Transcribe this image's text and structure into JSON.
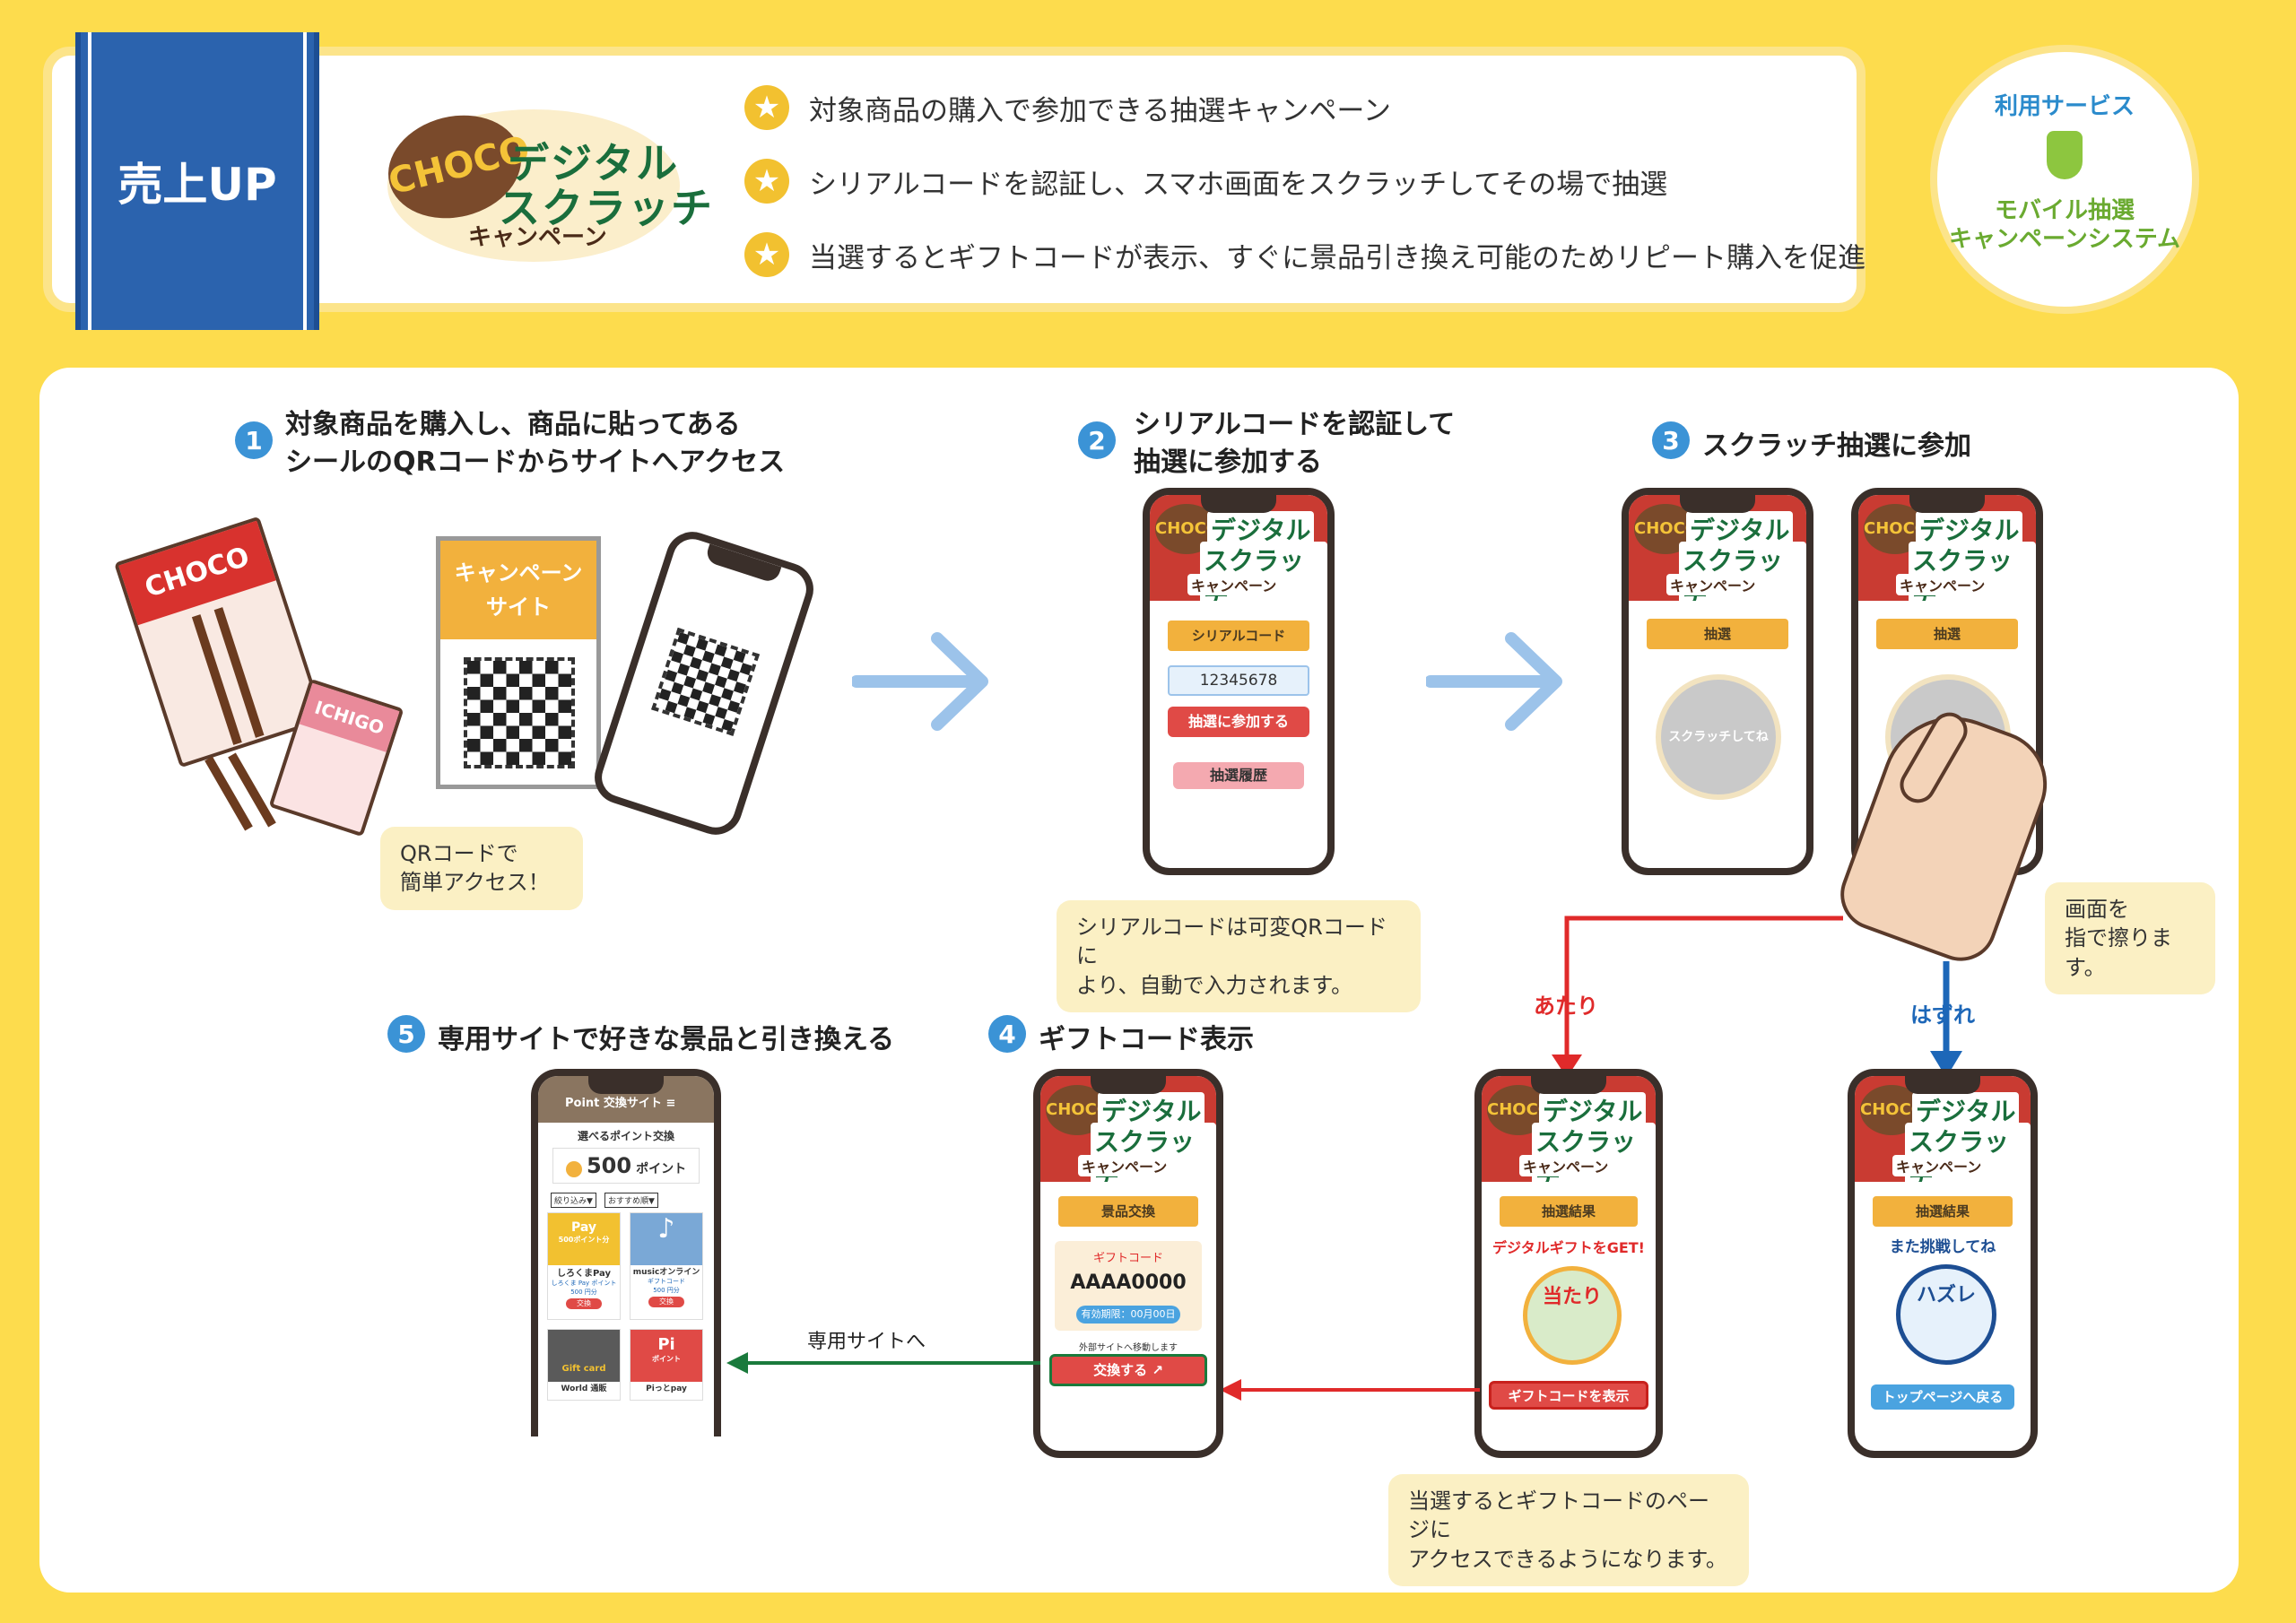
{
  "header": {
    "badge": "売上UP",
    "logo": {
      "choco": "CHOCO",
      "line1": "デジタル",
      "line2": "スクラッチ",
      "line3": "キャンペーン"
    },
    "features": [
      "対象商品の購入で参加できる抽選キャンペーン",
      "シリアルコードを認証し、スマホ画面をスクラッチしてその場で抽選",
      "当選するとギフトコードが表示、すぐに景品引き換え可能のためリピート購入を促進"
    ],
    "service": {
      "title": "利用サービス",
      "name_line1": "モバイル抽選",
      "name_line2": "キャンペーンシステム"
    }
  },
  "steps": {
    "s1": {
      "num": "1",
      "line1": "対象商品を購入し、商品に貼ってある",
      "line2": "シールのQRコードからサイトへアクセス"
    },
    "s2": {
      "num": "2",
      "line1": "シリアルコードを認証して",
      "line2": "抽選に参加する"
    },
    "s3": {
      "num": "3",
      "line1": "スクラッチ抽選に参加"
    },
    "s4": {
      "num": "4",
      "line1": "ギフトコード表示"
    },
    "s5": {
      "num": "5",
      "line1": "専用サイトで好きな景品と引き換える"
    }
  },
  "products": {
    "box1": "CHOCO",
    "box2": "ICHIGO"
  },
  "qr_card": {
    "line1": "キャンペーン",
    "line2": "サイト"
  },
  "bubbles": {
    "qr": [
      "QRコードで",
      "簡単アクセス！"
    ],
    "serial": [
      "シリアルコードは可変QRコードに",
      "より、自動で入力されます。"
    ],
    "scratch": [
      "画面を",
      "指で擦ります。"
    ],
    "win": [
      "当選するとギフトコードのページに",
      "アクセスできるようになります。"
    ]
  },
  "phone2": {
    "ribbon": "シリアルコード",
    "code": "12345678",
    "join": "抽選に参加する",
    "history": "抽選履歴"
  },
  "phone3a": {
    "ribbon": "抽選",
    "scratch": "スクラッチしてね"
  },
  "phone3b": {
    "ribbon": "抽選"
  },
  "branch": {
    "win": "あたり",
    "lose": "はずれ"
  },
  "phone_win": {
    "ribbon": "抽選結果",
    "headline": "デジタルギフトをGET!",
    "hit": "当たり",
    "button": "ギフトコードを表示"
  },
  "phone_lose": {
    "ribbon": "抽選結果",
    "headline": "また挑戦してね",
    "miss": "ハズレ",
    "button": "トップページへ戻る"
  },
  "phone4": {
    "ribbon": "景品交換",
    "label": "ギフトコード",
    "code": "AAAA0000",
    "expiry": "有効期限：00月00日",
    "note": "外部サイトへ移動します",
    "button": "交換する"
  },
  "phone5": {
    "header": "Point 交換サイト",
    "subtitle": "選べるポイント交換",
    "points": "500",
    "points_unit": "ポイント",
    "filter1": "絞り込み▼",
    "filter2": "おすすめ順▼",
    "tiles": [
      {
        "name": "しろくまPay",
        "sub": "しろくま Pay ポイント",
        "price": "500 円分",
        "btn": "交換",
        "art": "Pay",
        "art_sub": "500ポイント分"
      },
      {
        "name": "musicオンライン",
        "sub": "ギフトコード",
        "price": "500 円分",
        "btn": "交換",
        "art": "♪",
        "art_sub": ""
      },
      {
        "name": "World 通販",
        "art": "Gift card"
      },
      {
        "name": "Piっとpay",
        "art": "Pi",
        "art_sub": "ポイント"
      }
    ]
  },
  "flow_label": "専用サイトへ"
}
